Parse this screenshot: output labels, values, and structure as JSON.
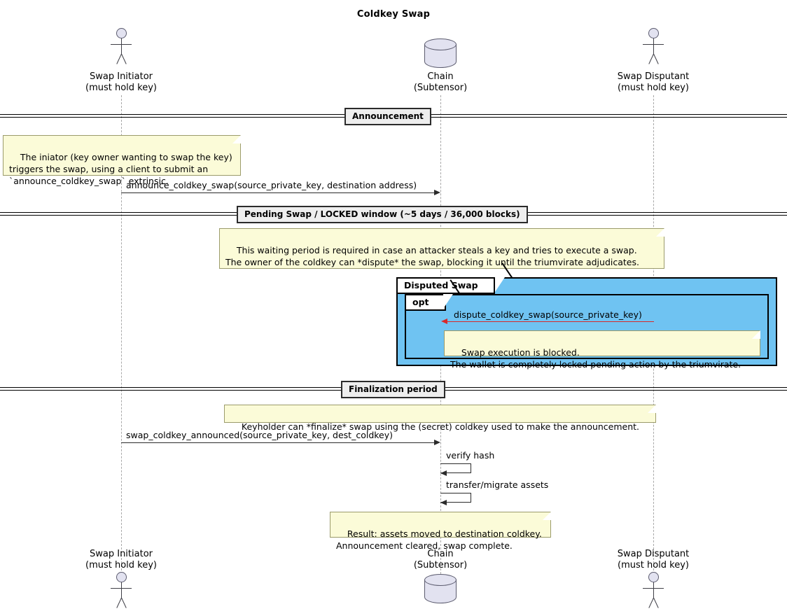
{
  "title": "Coldkey Swap",
  "participants": [
    {
      "id": "initiator",
      "type": "actor",
      "line1": "Swap Initiator",
      "line2": "(must hold key)"
    },
    {
      "id": "chain",
      "type": "database",
      "line1": "Chain",
      "line2": "(Subtensor)"
    },
    {
      "id": "disputant",
      "type": "actor",
      "line1": "Swap Disputant",
      "line2": "(must hold key)"
    }
  ],
  "dividers": [
    {
      "id": "announcement",
      "label": "Announcement"
    },
    {
      "id": "pending",
      "label": "Pending Swap / LOCKED window (~5 days / 36,000 blocks)"
    },
    {
      "id": "finalization",
      "label": "Finalization period"
    }
  ],
  "notes": {
    "initiator_note": "The iniator (key owner wanting to swap the key)\ntriggers the swap, using a client to submit an\n`announce_coldkey_swap` extrinsic.",
    "waiting_note": "This waiting period is required in case an attacker steals a key and tries to execute a swap.\nThe owner of the coldkey can *dispute* the swap, blocking it until the triumvirate adjudicates.",
    "blocked_note": "Swap execution is blocked.\nThe wallet is completely locked pending action by the triumvirate.",
    "keyholder_note": "Keyholder can *finalize* swap using the (secret) coldkey used to make the announcement.",
    "result_note": "Result: assets moved to destination coldkey.\nAnnouncement cleared, swap complete."
  },
  "messages": {
    "announce": "announce_coldkey_swap(source_private_key, destination address)",
    "dispute": "dispute_coldkey_swap(source_private_key)",
    "swap_announced": "swap_coldkey_announced(source_private_key, dest_coldkey)",
    "verify_hash": "verify hash",
    "transfer_assets": "transfer/migrate assets"
  },
  "groups": [
    {
      "id": "disputed-swap",
      "label": "Disputed Swap",
      "fill": "#6FC3F2"
    },
    {
      "id": "opt",
      "label": "opt",
      "fill": "#6FC3F2"
    }
  ],
  "colors": {
    "note_bg": "#FBFBD8",
    "note_border": "#9B9B6B",
    "group_fill": "#6FC3F2",
    "participant_fill": "#E2E2F0",
    "divider_bg": "#EEEEEE",
    "dispute_arrow": "#D82A2A",
    "lifeline": "#A8A8A8"
  }
}
